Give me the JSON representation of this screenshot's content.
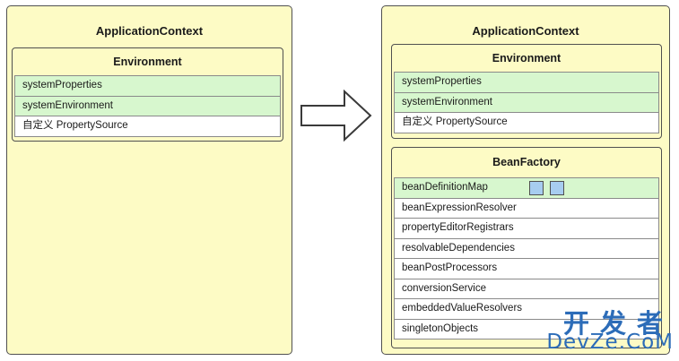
{
  "left_context": {
    "title": "ApplicationContext",
    "environment": {
      "title": "Environment",
      "rows": [
        "systemProperties",
        "systemEnvironment",
        "自定义 PropertySource"
      ]
    }
  },
  "right_context": {
    "title": "ApplicationContext",
    "environment": {
      "title": "Environment",
      "rows": [
        "systemProperties",
        "systemEnvironment",
        "自定义 PropertySource"
      ]
    },
    "bean_factory": {
      "title": "BeanFactory",
      "rows": [
        "beanDefinitionMap",
        "beanExpressionResolver",
        "propertyEditorRegistrars",
        "resolvableDependencies",
        "beanPostProcessors",
        "conversionService",
        "embeddedValueResolvers",
        "singletonObjects"
      ]
    }
  },
  "watermark": {
    "line1": "开发者",
    "line2": "DevZe.CoM"
  },
  "colors": {
    "context_fill": "#fdfbc5",
    "highlight_row": "#d7f7ce",
    "marker_square": "#a7cdf0",
    "watermark": "#2c6cb8"
  }
}
